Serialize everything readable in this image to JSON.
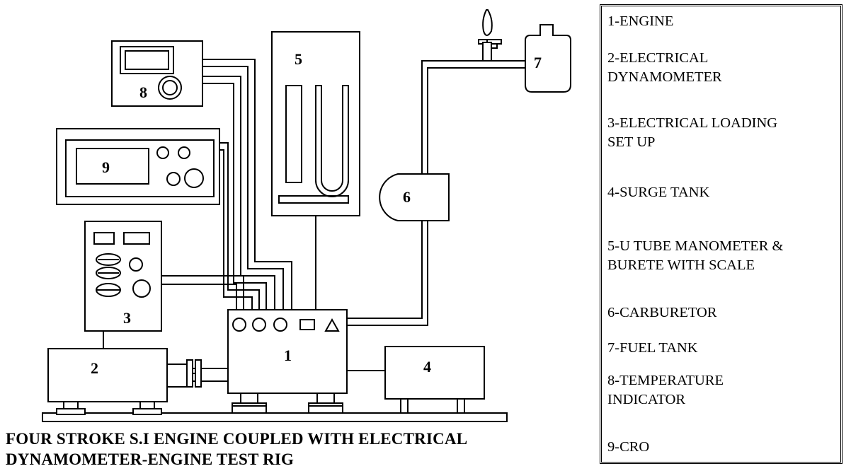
{
  "components": {
    "engine": "1",
    "dynamometer": "2",
    "loading": "3",
    "surge": "4",
    "manometer": "5",
    "carburetor": "6",
    "fuel": "7",
    "temperature": "8",
    "cro": "9"
  },
  "caption": {
    "line1": "FOUR STROKE S.I ENGINE COUPLED WITH ELECTRICAL",
    "line2": "DYNAMOMETER-ENGINE TEST RIG"
  },
  "legend": [
    {
      "lines": [
        "1-ENGINE"
      ]
    },
    {
      "lines": [
        "2-ELECTRICAL",
        "DYNAMOMETER"
      ]
    },
    {
      "lines": [
        "3-ELECTRICAL LOADING",
        "SET UP"
      ]
    },
    {
      "lines": [
        "4-SURGE TANK"
      ]
    },
    {
      "lines": [
        "5-U TUBE MANOMETER &",
        "BURETE WITH SCALE"
      ]
    },
    {
      "lines": [
        "6-CARBURETOR"
      ]
    },
    {
      "lines": [
        "7-FUEL TANK"
      ]
    },
    {
      "lines": [
        "8-TEMPERATURE",
        "INDICATOR"
      ]
    },
    {
      "lines": [
        "9-CRO"
      ]
    }
  ]
}
